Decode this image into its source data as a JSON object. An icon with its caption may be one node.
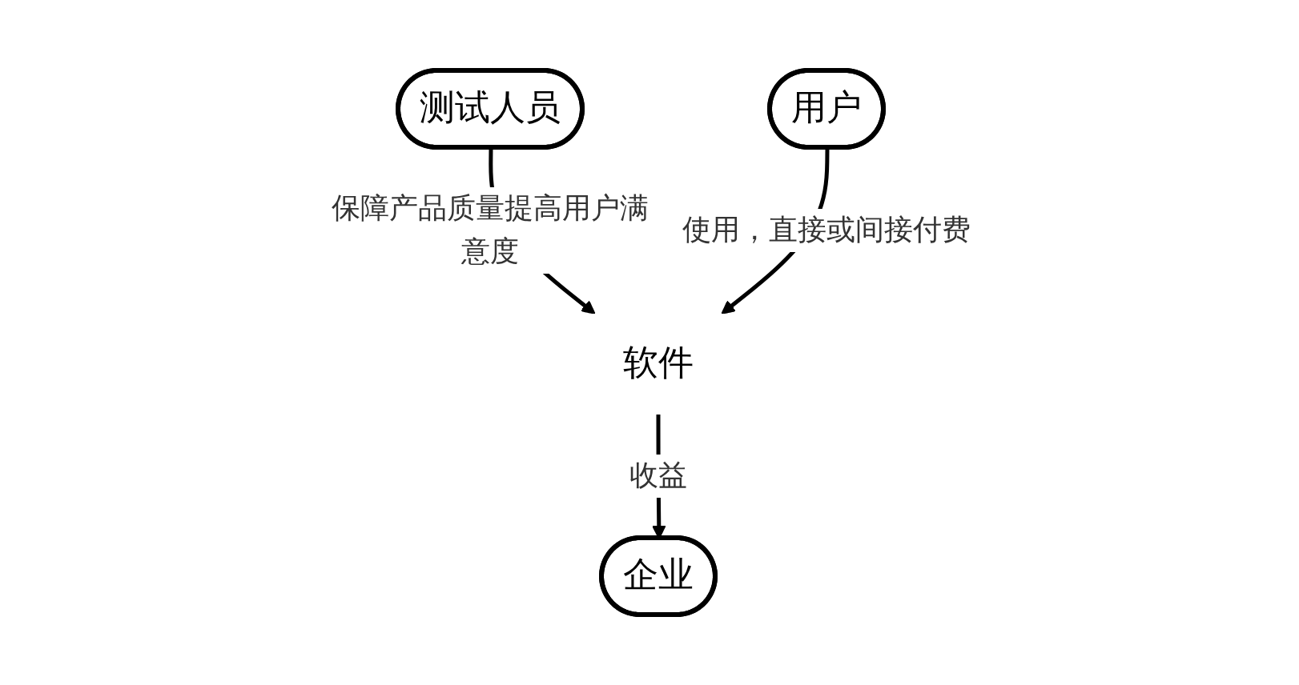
{
  "diagram": {
    "nodes": [
      {
        "text": [
          "测试人员"
        ]
      },
      {
        "text": [
          "软件"
        ]
      },
      {
        "text": [
          "用户"
        ]
      },
      {
        "text": [
          "企业"
        ]
      }
    ],
    "edges": [
      {
        "from": 0,
        "to": 1,
        "arrow": "to",
        "label": "保障产品质量提高用户满意度"
      },
      {
        "from": 2,
        "to": 1,
        "arrow": "to",
        "label": "使用，直接或间接付费"
      },
      {
        "from": 1,
        "to": 3,
        "arrow": "to",
        "label": "收益"
      }
    ]
  }
}
